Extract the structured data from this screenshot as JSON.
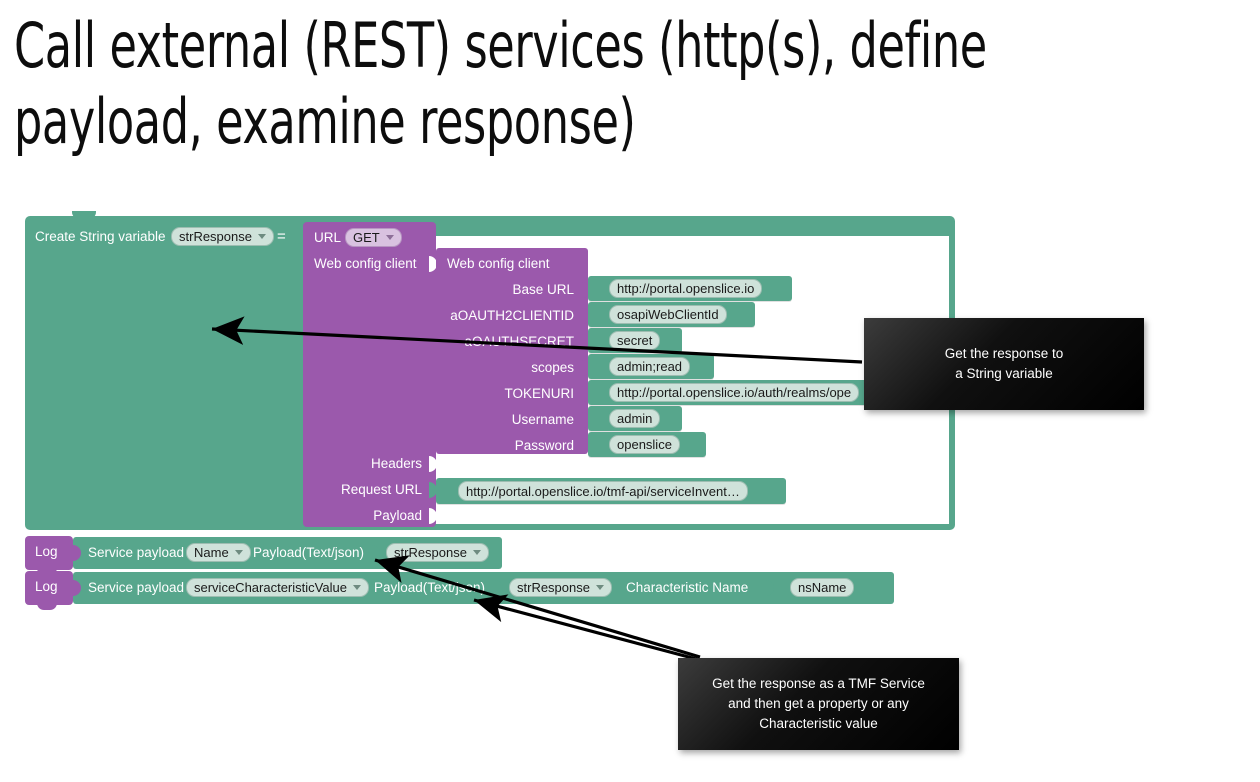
{
  "slide": {
    "title": "Call external (REST) services (http(s), define payload, examine response)"
  },
  "workspace": {
    "create_variable": {
      "prefix_label": "Create String variable",
      "variable_name": "strResponse",
      "equals": "="
    },
    "url_block": {
      "url_label": "URL",
      "method": "GET",
      "web_config_client_label": "Web config client",
      "rows": [
        {
          "label": "Headers",
          "value": ""
        },
        {
          "label": "Request URL",
          "value": "http://portal.openslice.io/tmf-api/serviceInvent…"
        },
        {
          "label": "Payload",
          "value": ""
        }
      ]
    },
    "web_config_client": {
      "title": "Web config client",
      "fields": [
        {
          "label": "Base URL",
          "value": "http://portal.openslice.io"
        },
        {
          "label": "aOAUTH2CLIENTID",
          "value": "osapiWebClientId"
        },
        {
          "label": "aOAUTHSECRET",
          "value": "secret"
        },
        {
          "label": "scopes",
          "value": "admin;read"
        },
        {
          "label": "TOKENURI",
          "value": "http://portal.openslice.io/auth/realms/ope"
        },
        {
          "label": "Username",
          "value": "admin"
        },
        {
          "label": "Password",
          "value": "openslice"
        }
      ]
    },
    "log_rows": [
      {
        "tab_label": "Log",
        "service_payload_label": "Service payload",
        "property": "Name",
        "payload_label": "Payload(Text/json)",
        "payload_value": "strResponse",
        "characteristic_label": "",
        "characteristic_value": ""
      },
      {
        "tab_label": "Log",
        "service_payload_label": "Service payload",
        "property": "serviceCharacteristicValue",
        "payload_label": "Payload(Text/json)",
        "payload_value": "strResponse",
        "characteristic_label": "Characteristic Name",
        "characteristic_value": "nsName"
      }
    ]
  },
  "callouts": [
    {
      "text": "Get the response to\na String variable"
    },
    {
      "text": "Get the response as a TMF Service\nand then get a property or any\nCharacteristic value"
    }
  ],
  "colors": {
    "block_teal": "#57a68c",
    "block_purple": "#9b59ac",
    "field_chip_teal": "#cfe2da",
    "field_chip_purple": "#d9c2e0",
    "callout_bg": "#000000",
    "title_text": "#0d0d0d"
  }
}
